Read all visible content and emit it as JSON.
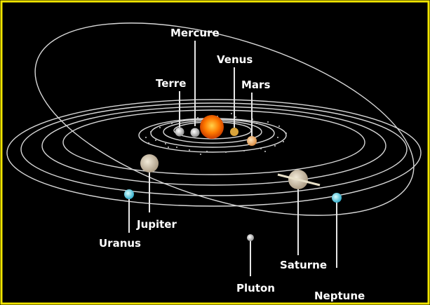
{
  "planets": {
    "mercure": {
      "label": "Mercure"
    },
    "venus": {
      "label": "Venus"
    },
    "terre": {
      "label": "Terre"
    },
    "mars": {
      "label": "Mars"
    },
    "jupiter": {
      "label": "Jupiter"
    },
    "saturne": {
      "label": "Saturne"
    },
    "uranus": {
      "label": "Uranus"
    },
    "neptune": {
      "label": "Neptune"
    },
    "pluton": {
      "label": "Pluton"
    }
  },
  "colors": {
    "background": "#000000",
    "border": "#f2e600",
    "sun": "#ff7a00",
    "orbit": "#d8d8d8",
    "label": "#ffffff"
  }
}
